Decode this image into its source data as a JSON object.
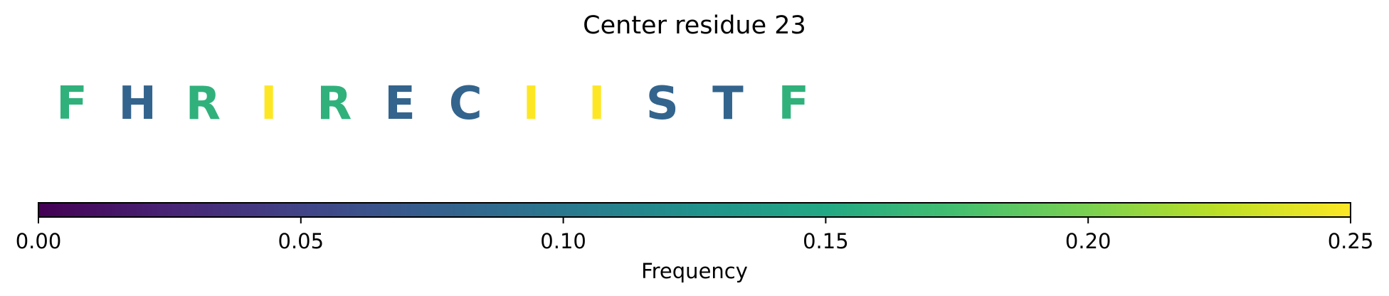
{
  "chart_data": {
    "type": "heatmap",
    "title": "Center residue 23",
    "residues": [
      {
        "letter": "F",
        "value": 0.16
      },
      {
        "letter": "H",
        "value": 0.08
      },
      {
        "letter": "R",
        "value": 0.16
      },
      {
        "letter": "I",
        "value": 0.25
      },
      {
        "letter": "R",
        "value": 0.16
      },
      {
        "letter": "E",
        "value": 0.08
      },
      {
        "letter": "C",
        "value": 0.08
      },
      {
        "letter": "I",
        "value": 0.25
      },
      {
        "letter": "I",
        "value": 0.25
      },
      {
        "letter": "S",
        "value": 0.08
      },
      {
        "letter": "T",
        "value": 0.08
      },
      {
        "letter": "F",
        "value": 0.16
      }
    ],
    "colorbar": {
      "label": "Frequency",
      "range": [
        0,
        0.25
      ],
      "ticks": [
        "0.00",
        "0.05",
        "0.10",
        "0.15",
        "0.20",
        "0.25"
      ],
      "colormap": "viridis"
    }
  }
}
